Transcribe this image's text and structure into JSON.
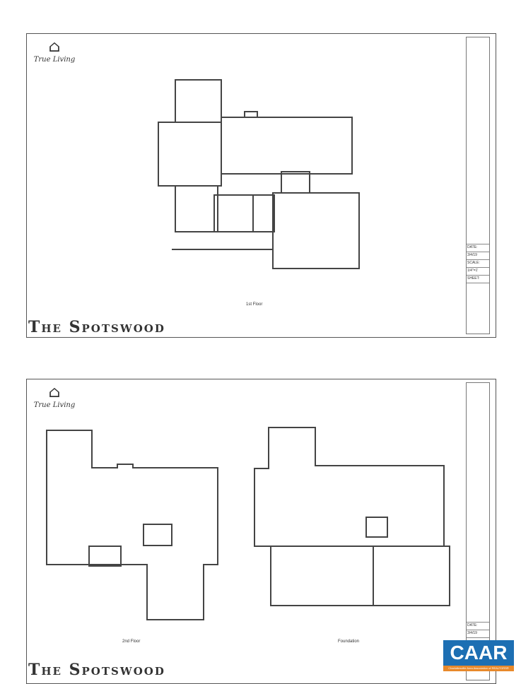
{
  "sheets": [
    {
      "title": "The Spotswood",
      "brand": "True Living",
      "plans": [
        {
          "label": "1st Floor"
        }
      ],
      "title_block": {
        "date_label": "DATE:",
        "date": "3/4/19",
        "scale_label": "SCALE:",
        "scale": "1/4\"=1'",
        "sheet_label": "SHEET:"
      }
    },
    {
      "title": "The Spotswood",
      "brand": "True Living",
      "plans": [
        {
          "label": "2nd Floor"
        },
        {
          "label": "Foundation"
        }
      ],
      "title_block": {
        "date_label": "DATE:",
        "date": "3/4/19"
      }
    }
  ],
  "badge": {
    "name": "CAAR",
    "tagline": "Charlottesville Area Association of REALTORS®",
    "colors": {
      "primary": "#1d6fb3",
      "accent": "#e8892b"
    }
  }
}
